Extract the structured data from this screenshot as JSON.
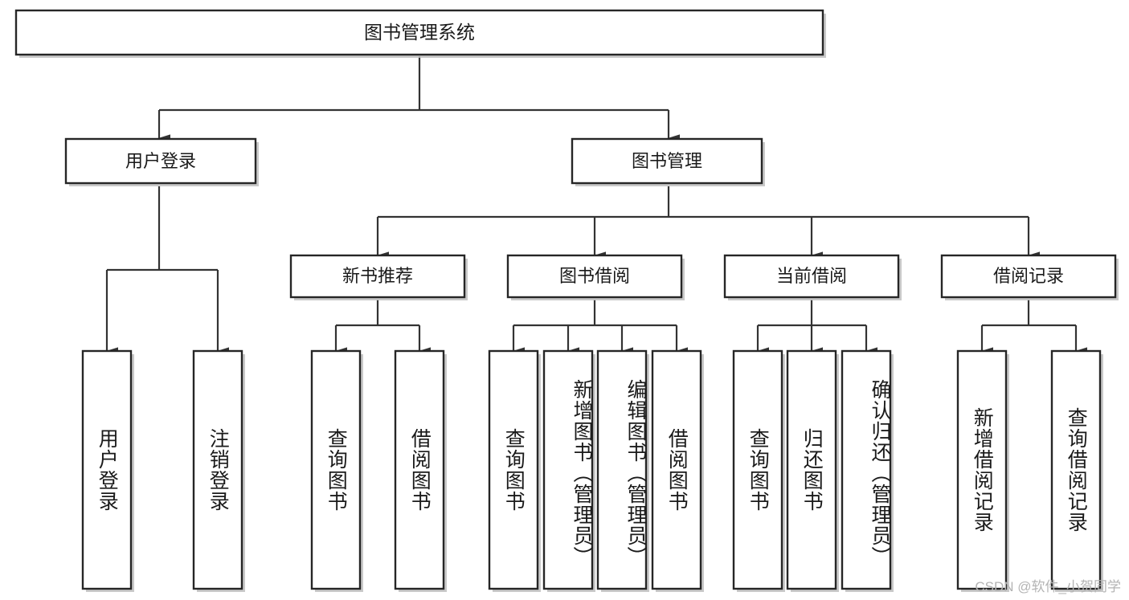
{
  "diagram": {
    "type": "tree",
    "title": "图书管理系统",
    "watermark": "CSDN @软件_小贺同学",
    "colors": {
      "box_stroke": "#262626",
      "box_fill": "#ffffff",
      "connector": "#333333",
      "text": "#1a1a1a",
      "shadow": "#bfbfbf",
      "watermark": "#b4b4b4",
      "background": "#ffffff"
    },
    "levels": {
      "root": {
        "label": "图书管理系统"
      },
      "level2": [
        {
          "label": "用户登录"
        },
        {
          "label": "图书管理"
        }
      ],
      "level3": [
        {
          "label": "新书推荐"
        },
        {
          "label": "图书借阅"
        },
        {
          "label": "当前借阅"
        },
        {
          "label": "借阅记录"
        }
      ],
      "leaves": {
        "用户登录": [
          {
            "label": "用户登录"
          },
          {
            "label": "注销登录"
          }
        ],
        "新书推荐": [
          {
            "label": "查询图书"
          },
          {
            "label": "借阅图书"
          }
        ],
        "图书借阅": [
          {
            "label": "查询图书"
          },
          {
            "label": "新增图书（管理员）"
          },
          {
            "label": "编辑图书（管理员）"
          },
          {
            "label": "借阅图书"
          }
        ],
        "当前借阅": [
          {
            "label": "查询图书"
          },
          {
            "label": "归还图书"
          },
          {
            "label": "确认归还（管理员）"
          }
        ],
        "借阅记录": [
          {
            "label": "新增借阅记录"
          },
          {
            "label": "查询借阅记录"
          }
        ]
      }
    },
    "nodes": {
      "root": {
        "label": "图书管理系统"
      },
      "user_login": {
        "label": "用户登录"
      },
      "book_manage": {
        "label": "图书管理"
      },
      "new_book_rec": {
        "label": "新书推荐"
      },
      "book_borrow": {
        "label": "图书借阅"
      },
      "current_borrow": {
        "label": "当前借阅"
      },
      "borrow_record": {
        "label": "借阅记录"
      },
      "leaf_user_login": {
        "label": "用户登录"
      },
      "leaf_logout": {
        "label": "注销登录"
      },
      "leaf_query_book_a": {
        "label": "查询图书"
      },
      "leaf_borrow_book_a": {
        "label": "借阅图书"
      },
      "leaf_query_book_b": {
        "label": "查询图书"
      },
      "leaf_add_book": {
        "label": "新增图书（管理员）"
      },
      "leaf_edit_book": {
        "label": "编辑图书（管理员）"
      },
      "leaf_borrow_book_b": {
        "label": "借阅图书"
      },
      "leaf_query_book_c": {
        "label": "查询图书"
      },
      "leaf_return_book": {
        "label": "归还图书"
      },
      "leaf_confirm_return": {
        "label": "确认归还（管理员）"
      },
      "leaf_add_record": {
        "label": "新增借阅记录"
      },
      "leaf_query_record": {
        "label": "查询借阅记录"
      }
    }
  }
}
